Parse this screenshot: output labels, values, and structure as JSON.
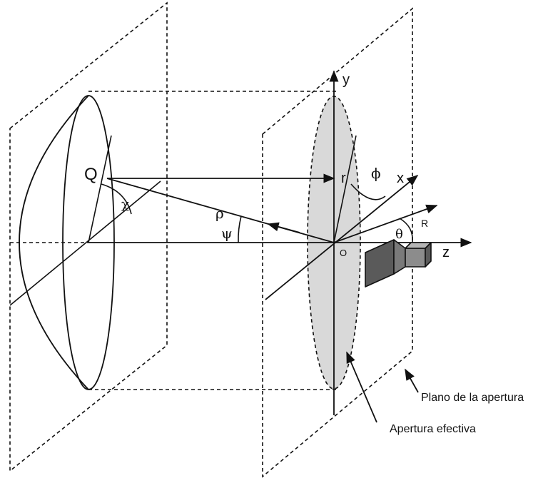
{
  "labels": {
    "y_axis": "y",
    "z_axis": "z",
    "x_axis": "x",
    "r_axis": "R",
    "origin": "O",
    "point_q": "Q",
    "chi": "χ",
    "rho": "ρ",
    "psi": "ψ",
    "r": "r",
    "phi": "ϕ",
    "theta": "θ",
    "aperture_plane": "Plano de la apertura",
    "effective_aperture": "Apertura efectiva"
  },
  "colors": {
    "line": "#111111",
    "aperture_fill": "#d9d9d9",
    "feed_horn_dark": "#5a5a5a",
    "feed_horn_light": "#8c8c8c"
  }
}
